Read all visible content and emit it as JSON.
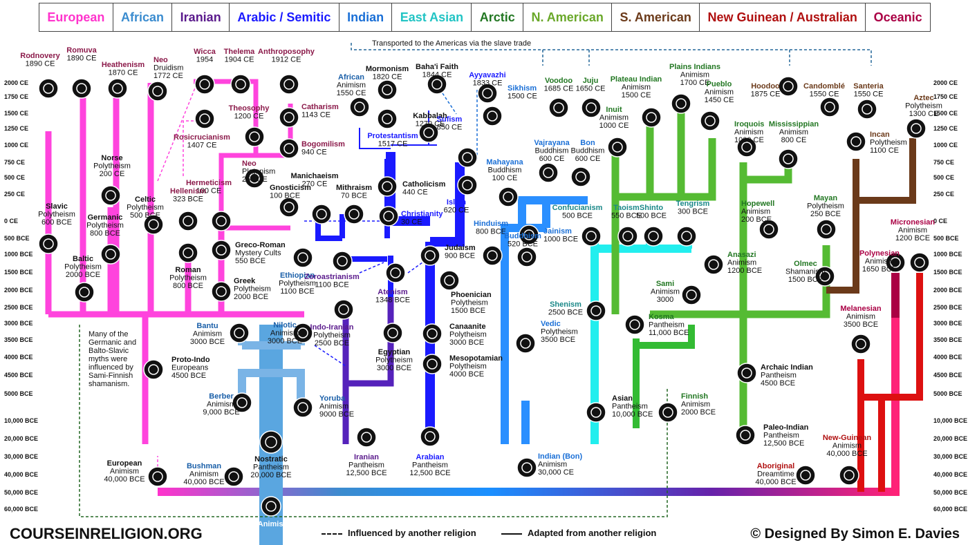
{
  "legend": [
    {
      "label": "European",
      "color": "#ff33cc"
    },
    {
      "label": "African",
      "color": "#3b8ccf"
    },
    {
      "label": "Iranian",
      "color": "#5a1a8c"
    },
    {
      "label": "Arabic / Semitic",
      "color": "#1a1aff"
    },
    {
      "label": "Indian",
      "color": "#1a6fd6"
    },
    {
      "label": "East Asian",
      "color": "#22c4c4"
    },
    {
      "label": "Arctic",
      "color": "#227722"
    },
    {
      "label": "N. American",
      "color": "#6aa82a"
    },
    {
      "label": "S. American",
      "color": "#6b3a1a"
    },
    {
      "label": "New Guinean / Australian",
      "color": "#b01010"
    },
    {
      "label": "Oceanic",
      "color": "#aa0044"
    }
  ],
  "ticks_left": [
    "2000 CE",
    "1750 CE",
    "1500 CE",
    "1250 CE",
    "1000 CE",
    "750 CE",
    "500 CE",
    "250 CE",
    "0 CE",
    "500 BCE",
    "1000 BCE",
    "1500 BCE",
    "2000 BCE",
    "2500 BCE",
    "3000 BCE",
    "3500 BCE",
    "4000 BCE",
    "4500 BCE",
    "5000 BCE",
    "10,000 BCE",
    "20,000 BCE",
    "30,000 BCE",
    "40,000 BCE",
    "50,000 BCE",
    "60,000 BCE"
  ],
  "ticks_right": [
    "2000 CE",
    "1750 CE",
    "1500 CE",
    "1250 CE",
    "1000 CE",
    "750 CE",
    "500 CE",
    "250 CE",
    "0 CE",
    "500 BCE",
    "1000 BCE",
    "1500 BCE",
    "2000 BCE",
    "2500 BCE",
    "3000 BCE",
    "3500 BCE",
    "4000 BCE",
    "4500 BCE",
    "5000 BCE",
    "10,000 BCE",
    "20,000 BCE",
    "30,000 BCE",
    "40,000 BCE",
    "50,000 BCE",
    "60,000 BCE"
  ],
  "nodes": [
    {
      "lines": [
        "Rodnovery",
        "1890 CE"
      ],
      "color": "#8b1a4a",
      "icon": "sun-wheel-icon"
    },
    {
      "lines": [
        "Romuva",
        "1890 CE"
      ],
      "color": "#8b1a4a",
      "icon": "tree-icon"
    },
    {
      "lines": [
        "Heathenism",
        "1870 CE"
      ],
      "color": "#8b1a4a",
      "icon": "valknut-icon"
    },
    {
      "lines": [
        "Neo",
        "Druidism",
        "1772 CE"
      ],
      "color": "#8b1a4a",
      "icon": "awen-icon"
    },
    {
      "lines": [
        "Wicca",
        "1954"
      ],
      "color": "#8b1a4a",
      "icon": "pentagram-icon"
    },
    {
      "lines": [
        "Thelema",
        "1904 CE"
      ],
      "color": "#8b1a4a",
      "icon": "unicursal-hexagram-icon"
    },
    {
      "lines": [
        "Anthroposophy",
        "1912 CE"
      ],
      "color": "#8b1a4a",
      "icon": "triskele-icon"
    },
    {
      "lines": [
        "Theosophy",
        "1200 CE"
      ],
      "color": "#8b1a4a",
      "icon": "star-of-david-icon"
    },
    {
      "lines": [
        "Rosicrucianism",
        "1407 CE"
      ],
      "color": "#8b1a4a",
      "icon": "rose-cross-icon"
    },
    {
      "lines": [
        "Catharism",
        "1143 CE"
      ],
      "color": "#8b1a4a",
      "icon": "wheel-icon"
    },
    {
      "lines": [
        "Bogomilism",
        "940 CE"
      ],
      "color": "#8b1a4a",
      "icon": "cross-circle-icon"
    },
    {
      "lines": [
        "Neo",
        "Platonism",
        "250 CE"
      ],
      "color": "#8b1a4a",
      "icon": "compass-icon"
    },
    {
      "lines": [
        "Gnosticism",
        "100 BCE"
      ],
      "color": "#111",
      "icon": "ouroboros-icon"
    },
    {
      "lines": [
        "Hermeticism",
        "100 CE"
      ],
      "color": "#8b1a4a",
      "icon": "caduceus-icon"
    },
    {
      "lines": [
        "Hellenism",
        "323 BCE"
      ],
      "color": "#8b1a4a",
      "icon": "laurel-icon"
    },
    {
      "lines": [
        "Celtic",
        "Polytheism",
        "500 BCE"
      ],
      "color": "#111",
      "icon": "triskelion-icon"
    },
    {
      "lines": [
        "Norse",
        "Polytheism",
        "200 CE"
      ],
      "color": "#111",
      "icon": "hammer-icon"
    },
    {
      "lines": [
        "Germanic",
        "Polytheism",
        "800 BCE"
      ],
      "color": "#111",
      "icon": "sun-cross-icon"
    },
    {
      "lines": [
        "Slavic",
        "Polytheism",
        "600 BCE"
      ],
      "color": "#111",
      "icon": "kolovrat-icon"
    },
    {
      "lines": [
        "Baltic",
        "Polytheism",
        "2000 BCE"
      ],
      "color": "#111",
      "icon": "tree-of-life-icon"
    },
    {
      "lines": [
        "Roman",
        "Polytheism",
        "800 BCE"
      ],
      "color": "#111",
      "icon": "fasces-icon"
    },
    {
      "lines": [
        "Greco-Roman",
        "Mystery Cults",
        "550 BCE"
      ],
      "color": "#111",
      "icon": "serpent-icon"
    },
    {
      "lines": [
        "Greek",
        "Polytheism",
        "2000 BCE"
      ],
      "color": "#111",
      "icon": "bull-head-icon"
    },
    {
      "lines": [
        "Proto-Indo",
        "Europeans",
        "4500 BCE"
      ],
      "color": "#111",
      "icon": "circle-dot-icon"
    },
    {
      "lines": [
        "European",
        "Animism",
        "40,000 BCE"
      ],
      "color": "#111",
      "icon": "venus-figure-icon"
    },
    {
      "lines": [
        "Bantu",
        "Animism",
        "3000 BCE"
      ],
      "color": "#1a5fa8",
      "icon": "bantu-mask-icon"
    },
    {
      "lines": [
        "Nilotic",
        "Animism",
        "3000 BCE"
      ],
      "color": "#1a5fa8",
      "icon": "figure-icon"
    },
    {
      "lines": [
        "Ethiopian",
        "Polytheism",
        "1100 BCE"
      ],
      "color": "#1a5fa8",
      "icon": "ethiopian-figure-icon"
    },
    {
      "lines": [
        "Berber",
        "Animism",
        "9,000 BCE"
      ],
      "color": "#1a5fa8",
      "icon": "berber-figure-icon"
    },
    {
      "lines": [
        "Yoruba",
        "Animism",
        "9000 BCE"
      ],
      "color": "#1a5fa8",
      "icon": "yoruba-mask-icon"
    },
    {
      "lines": [
        "Bushman",
        "Animism",
        "40,000 BCE"
      ],
      "color": "#1a5fa8",
      "icon": "bushman-sun-icon"
    },
    {
      "lines": [
        "Nostratic",
        "Pantheism",
        "20,000 BCE"
      ],
      "color": "#111",
      "icon": "spiral-icon"
    },
    {
      "lines": [
        "Animism"
      ],
      "color": "#fff",
      "icon": "animism-spiral-icon"
    },
    {
      "lines": [
        "African",
        "Animism",
        "1550 CE"
      ],
      "color": "#1a5fa8",
      "icon": "africa-icon"
    },
    {
      "lines": [
        "Mormonism",
        "1820 CE"
      ],
      "color": "#111",
      "icon": "sunburst-icon"
    },
    {
      "lines": [
        "Protestantism",
        "1517 CE"
      ],
      "color": "#1a1aff",
      "icon": "latin-cross-icon"
    },
    {
      "lines": [
        "Baha'i Faith",
        "1844 CE"
      ],
      "color": "#111",
      "icon": "nine-point-star-icon"
    },
    {
      "lines": [
        "Kabbalah",
        "1270 CE"
      ],
      "color": "#111",
      "icon": "tree-of-life-dots-icon"
    },
    {
      "lines": [
        "Manichaeism",
        "270 CE"
      ],
      "color": "#111",
      "icon": "manichaean-icon"
    },
    {
      "lines": [
        "Catholicism",
        "440 CE"
      ],
      "color": "#111",
      "icon": "chi-rho-icon"
    },
    {
      "lines": [
        "Mithraism",
        "70 BCE"
      ],
      "color": "#111",
      "icon": "mithraic-sun-icon"
    },
    {
      "lines": [
        "Christianity",
        "30 CE"
      ],
      "color": "#1a1aff",
      "icon": "cross-icon"
    },
    {
      "lines": [
        "Sufism",
        "850 CE"
      ],
      "color": "#1a1aff",
      "icon": "sufi-hat-icon"
    },
    {
      "lines": [
        "Islam",
        "620 CE"
      ],
      "color": "#1a1aff",
      "icon": "crescent-icon"
    },
    {
      "lines": [
        "Ayyavazhi",
        "1833 CE"
      ],
      "color": "#1a1aff",
      "icon": "lotus-icon"
    },
    {
      "lines": [
        "Judaism",
        "900 BCE"
      ],
      "color": "#111",
      "icon": "star-of-david-icon"
    },
    {
      "lines": [
        "Zoroastrianism",
        "1100 BCE"
      ],
      "color": "#5a1a8c",
      "icon": "faravahar-icon"
    },
    {
      "lines": [
        "Atenism",
        "1348 BCE"
      ],
      "color": "#5a1a8c",
      "icon": "aten-icon"
    },
    {
      "lines": [
        "Phoenician",
        "Polytheism",
        "1500 BCE"
      ],
      "color": "#111",
      "icon": "phoenician-icon"
    },
    {
      "lines": [
        "Canaanite",
        "Polytheism",
        "3000 BCE"
      ],
      "color": "#111",
      "icon": "canaanite-icon"
    },
    {
      "lines": [
        "Mesopotamian",
        "Polytheism",
        "4000 BCE"
      ],
      "color": "#111",
      "icon": "shamash-star-icon"
    },
    {
      "lines": [
        "Egyptian",
        "Polytheism",
        "3000 BCE"
      ],
      "color": "#111",
      "icon": "ankh-icon"
    },
    {
      "lines": [
        "Indo-Iranian",
        "Polytheism",
        "2500 BCE"
      ],
      "color": "#5a1a8c",
      "icon": "sun-disc-icon"
    },
    {
      "lines": [
        "Iranian",
        "Pantheism",
        "12,500 BCE"
      ],
      "color": "#5a1a8c",
      "icon": "iranian-figure-icon"
    },
    {
      "lines": [
        "Arabian",
        "Pantheism",
        "12,500 BCE"
      ],
      "color": "#1a1aff",
      "icon": "gazelle-icon"
    },
    {
      "lines": [
        "Sikhism",
        "1500 CE"
      ],
      "color": "#1a6fd6",
      "icon": "khanda-icon"
    },
    {
      "lines": [
        "Mahayana",
        "Buddhism",
        "100 CE"
      ],
      "color": "#1a6fd6",
      "icon": "triratna-icon"
    },
    {
      "lines": [
        "Vajrayana",
        "Buddhism",
        "600 CE"
      ],
      "color": "#1a6fd6",
      "icon": "endless-knot-icon"
    },
    {
      "lines": [
        "Bon",
        "Buddhism",
        "600 CE"
      ],
      "color": "#1a6fd6",
      "icon": "gankyil-icon"
    },
    {
      "lines": [
        "Hinduism",
        "800 BCE"
      ],
      "color": "#1a6fd6",
      "icon": "om-icon"
    },
    {
      "lines": [
        "Jainism",
        "1000 BCE"
      ],
      "color": "#1a6fd6",
      "icon": "jain-hand-icon"
    },
    {
      "lines": [
        "Buddhism",
        "520 BCE"
      ],
      "color": "#1a6fd6",
      "icon": "dharma-wheel-icon"
    },
    {
      "lines": [
        "Vedic",
        "Polytheism",
        "3500 BCE"
      ],
      "color": "#1a6fd6",
      "icon": "swastika-icon"
    },
    {
      "lines": [
        "Indian (Bon)",
        "Animism",
        "30,000 CE"
      ],
      "color": "#1a6fd6",
      "icon": "indian-sun-icon"
    },
    {
      "lines": [
        "Confucianism",
        "500 BCE"
      ],
      "color": "#1a8888",
      "icon": "confucian-icon"
    },
    {
      "lines": [
        "Taoism",
        "550 BCE"
      ],
      "color": "#1a8888",
      "icon": "yin-yang-icon"
    },
    {
      "lines": [
        "Shinto",
        "500 BCE"
      ],
      "color": "#1a8888",
      "icon": "torii-icon"
    },
    {
      "lines": [
        "Tengrism",
        "300 BCE"
      ],
      "color": "#1a8888",
      "icon": "tengri-icon"
    },
    {
      "lines": [
        "Shenism",
        "2500 BCE"
      ],
      "color": "#1a8888",
      "icon": "shen-disc-icon"
    },
    {
      "lines": [
        "Asian",
        "Pantheism",
        "10,000 BCE"
      ],
      "color": "#111",
      "icon": "turtle-icon"
    },
    {
      "lines": [
        "Finnish",
        "Animism",
        "2000 BCE"
      ],
      "color": "#227722",
      "icon": "finnish-icon"
    },
    {
      "lines": [
        "Sami",
        "Animism",
        "3000"
      ],
      "color": "#227722",
      "icon": "sami-figure-icon"
    },
    {
      "lines": [
        "Kosma",
        "Pantheism",
        "11,000 BCE"
      ],
      "color": "#227722",
      "icon": "kosma-icon"
    },
    {
      "lines": [
        "Inuit",
        "Animism",
        "1000 CE"
      ],
      "color": "#227722",
      "icon": "polar-bear-icon"
    },
    {
      "lines": [
        "Plateau Indian",
        "Animism",
        "1500 CE"
      ],
      "color": "#227722",
      "icon": "fish-icon"
    },
    {
      "lines": [
        "Plains Indians",
        "Animism",
        "1700 CE"
      ],
      "color": "#227722",
      "icon": "wolf-icon"
    },
    {
      "lines": [
        "Pueblo",
        "Animism",
        "1450 CE"
      ],
      "color": "#227722",
      "icon": "pueblo-icon"
    },
    {
      "lines": [
        "Voodoo",
        "1685 CE"
      ],
      "color": "#227722",
      "icon": "skull-icon"
    },
    {
      "lines": [
        "Juju",
        "1650 CE"
      ],
      "color": "#227722",
      "icon": "juju-figure-icon"
    },
    {
      "lines": [
        "Iroquois",
        "Animism",
        "1000 CE"
      ],
      "color": "#227722",
      "icon": "eagle-icon"
    },
    {
      "lines": [
        "Mississippian",
        "Animism",
        "800 CE"
      ],
      "color": "#227722",
      "icon": "spider-icon"
    },
    {
      "lines": [
        "Hopewell",
        "Animism",
        "200 BCE"
      ],
      "color": "#227722",
      "icon": "hopewell-icon"
    },
    {
      "lines": [
        "Anasazi",
        "Animism",
        "1200 BCE"
      ],
      "color": "#227722",
      "icon": "anasazi-figure-icon"
    },
    {
      "lines": [
        "Archaic Indian",
        "Pantheism",
        "4500 BCE"
      ],
      "color": "#111",
      "icon": "archaic-spiral-icon"
    },
    {
      "lines": [
        "Paleo-Indian",
        "Pantheism",
        "12,500 BCE"
      ],
      "color": "#111",
      "icon": "paleo-spiral-icon"
    },
    {
      "lines": [
        "Mayan",
        "Polytheism",
        "250 BCE"
      ],
      "color": "#227722",
      "icon": "mayan-icon"
    },
    {
      "lines": [
        "Olmec",
        "Shamanism",
        "1500 BCE"
      ],
      "color": "#227722",
      "icon": "olmec-head-icon"
    },
    {
      "lines": [
        "Hoodoo",
        "1875 CE"
      ],
      "color": "#6b3a1a",
      "icon": "hoodoo-icon"
    },
    {
      "lines": [
        "Candomblé",
        "1550 CE"
      ],
      "color": "#6b3a1a",
      "icon": "candomble-icon"
    },
    {
      "lines": [
        "Santeria",
        "1550 CE"
      ],
      "color": "#6b3a1a",
      "icon": "santeria-icon"
    },
    {
      "lines": [
        "Aztec",
        "Polytheism",
        "1300 CE"
      ],
      "color": "#6b3a1a",
      "icon": "aztec-sun-icon"
    },
    {
      "lines": [
        "Incan",
        "Polytheism",
        "1100 CE"
      ],
      "color": "#6b3a1a",
      "icon": "inti-sun-icon"
    },
    {
      "lines": [
        "Micronesian",
        "Animism",
        "1200 BCE"
      ],
      "color": "#aa0044",
      "icon": "micronesian-icon"
    },
    {
      "lines": [
        "Polynesian",
        "Animism",
        "1650 BCE"
      ],
      "color": "#aa0044",
      "icon": "tiki-icon"
    },
    {
      "lines": [
        "Melanesian",
        "Animism",
        "3500 BCE"
      ],
      "color": "#aa0044",
      "icon": "melanesian-sun-icon"
    },
    {
      "lines": [
        "New-Guinean",
        "Animism",
        "40,000 BCE"
      ],
      "color": "#b01010",
      "icon": "concentric-circles-icon"
    },
    {
      "lines": [
        "Aboriginal",
        "Dreamtime",
        "40,000 BCE"
      ],
      "color": "#b01010",
      "icon": "dot-art-icon"
    }
  ],
  "notes": {
    "slave_trade": "Transported to the Americas via the slave trade",
    "sami_note": [
      "Many of the",
      "Germanic and",
      "Balto-Slavic",
      "myths were",
      "influenced by",
      "Sami-Finnish",
      "shamanism."
    ]
  },
  "footer": {
    "site": "COURSEINRELIGION.ORG",
    "influenced": "Influenced by another religion",
    "adapted": "Adapted from another religion",
    "credit": "© Designed By   Simon E. Davies"
  }
}
